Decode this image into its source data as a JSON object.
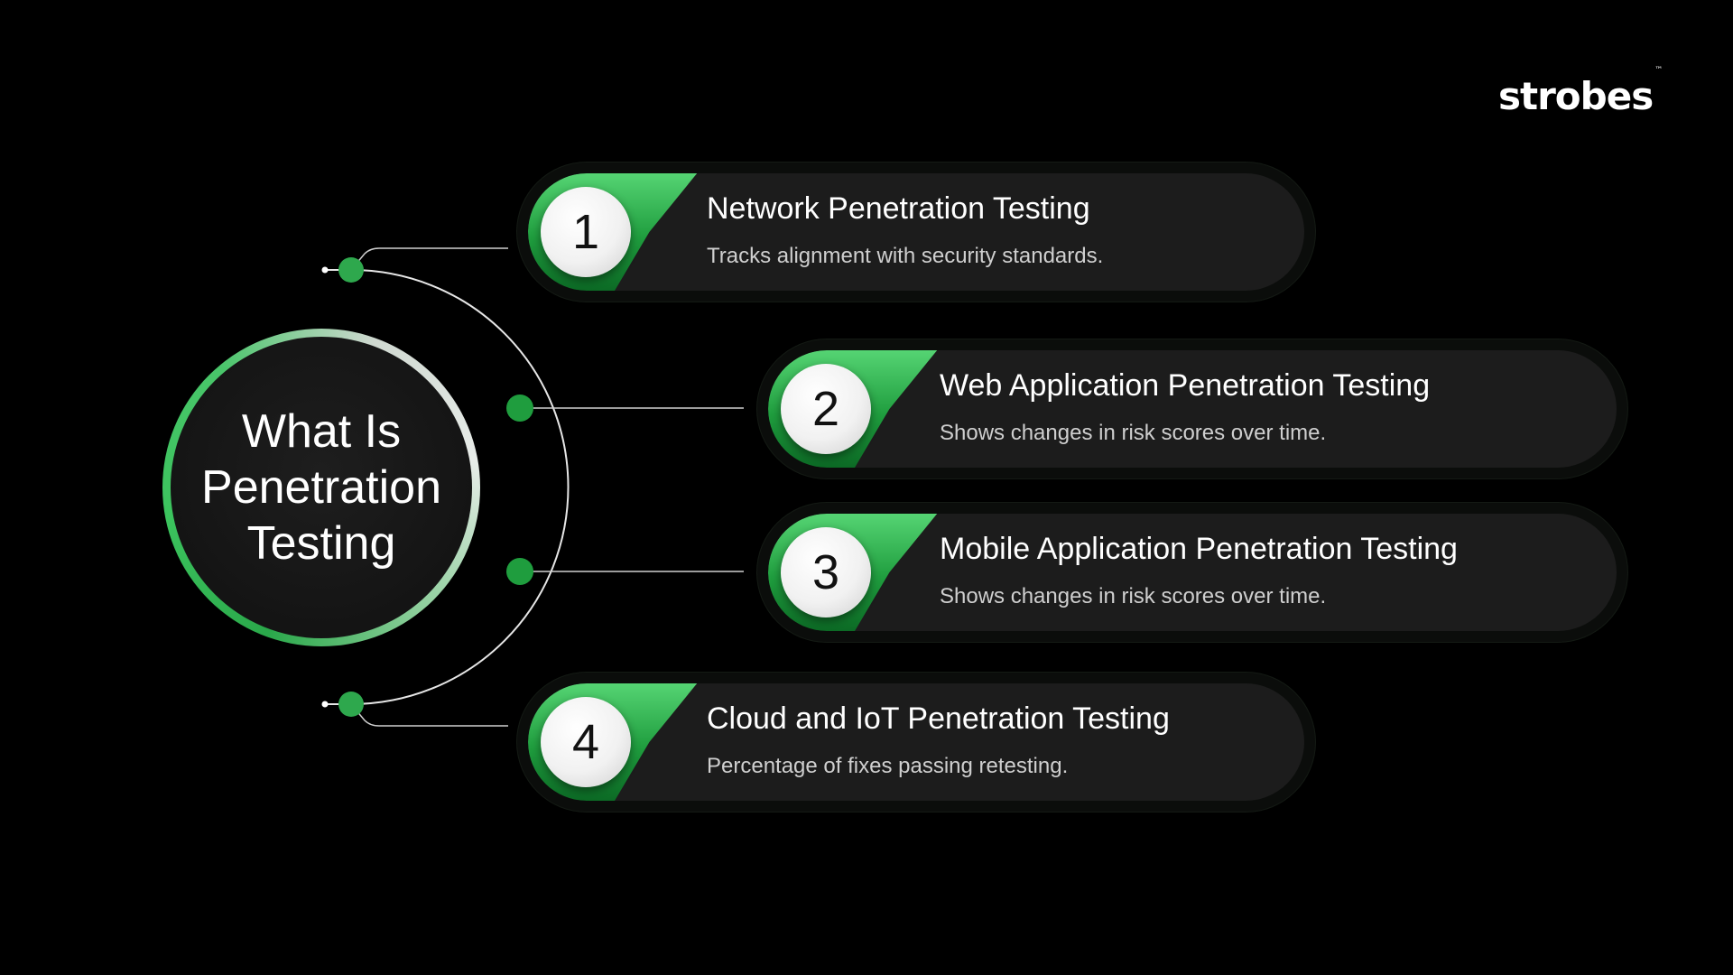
{
  "brand": {
    "logo_text": "strobes",
    "trademark": "™"
  },
  "hub": {
    "title": "What Is Penetration Testing"
  },
  "items": [
    {
      "number": "1",
      "title": "Network Penetration Testing",
      "description": "Tracks alignment with security standards."
    },
    {
      "number": "2",
      "title": "Web Application Penetration Testing",
      "description": "Shows changes in risk scores over time."
    },
    {
      "number": "3",
      "title": "Mobile Application Penetration Testing",
      "description": "Shows changes in risk scores over time."
    },
    {
      "number": "4",
      "title": "Cloud and IoT Penetration Testing",
      "description": "Percentage of fixes passing retesting."
    }
  ],
  "colors": {
    "background": "#000000",
    "accent_green": "#2aa84a",
    "card": "#1c1c1c",
    "text_primary": "#ffffff",
    "text_secondary": "#cfcfcf"
  }
}
